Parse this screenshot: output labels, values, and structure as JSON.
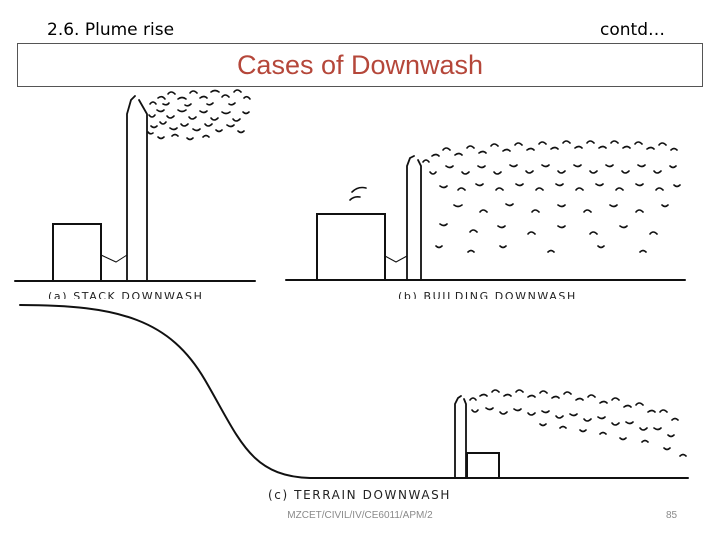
{
  "header": {
    "section_title": "2.6. Plume rise",
    "continued_label": "contd…"
  },
  "slide_title": "Cases of Downwash",
  "figures": {
    "stack": {
      "caption": "(a) STACK DOWNWASH"
    },
    "building": {
      "caption": "(b) BUILDING DOWNWASH"
    },
    "terrain": {
      "caption": "(c) TERRAIN DOWNWASH"
    }
  },
  "footer": {
    "course_code": "MZCET/CIVIL/IV/CE6011/APM/2",
    "page_number": "85"
  }
}
